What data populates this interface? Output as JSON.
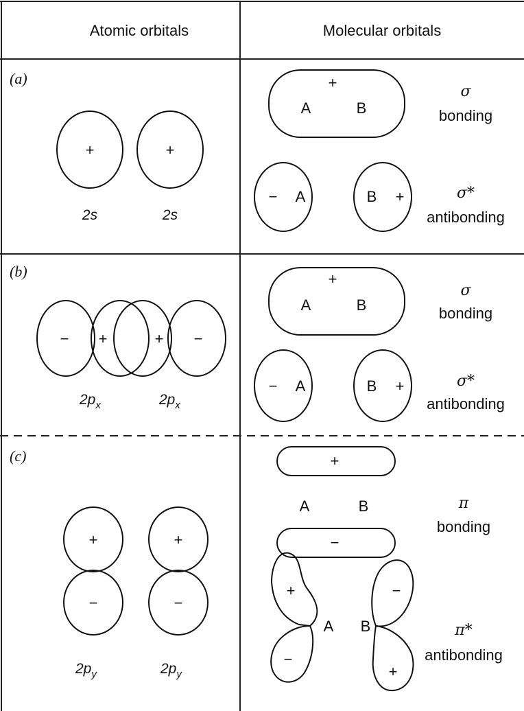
{
  "headers": {
    "atomic": "Atomic orbitals",
    "molecular": "Molecular orbitals"
  },
  "rows": {
    "a": {
      "label": "(a)",
      "atomic": {
        "left_sign": "+",
        "right_sign": "+",
        "left_label": "2s",
        "right_label": "2s"
      },
      "bonding": {
        "sign": "+",
        "nucleus_a": "A",
        "nucleus_b": "B",
        "symbol": "σ",
        "type": "bonding"
      },
      "antibonding": {
        "left_sign": "−",
        "right_sign": "+",
        "nucleus_a": "A",
        "nucleus_b": "B",
        "symbol": "σ*",
        "type": "antibonding"
      }
    },
    "b": {
      "label": "(b)",
      "atomic": {
        "outer_left_sign": "−",
        "inner_left_sign": "+",
        "inner_right_sign": "+",
        "outer_right_sign": "−",
        "left_label": "2p",
        "left_sub": "x",
        "right_label": "2p",
        "right_sub": "x"
      },
      "bonding": {
        "sign": "+",
        "nucleus_a": "A",
        "nucleus_b": "B",
        "symbol": "σ",
        "type": "bonding"
      },
      "antibonding": {
        "left_sign": "−",
        "right_sign": "+",
        "nucleus_a": "A",
        "nucleus_b": "B",
        "symbol": "σ*",
        "type": "antibonding"
      }
    },
    "c": {
      "label": "(c)",
      "atomic": {
        "upper_sign": "+",
        "lower_sign": "−",
        "left_label": "2p",
        "left_sub": "y",
        "right_label": "2p",
        "right_sub": "y"
      },
      "bonding": {
        "upper_sign": "+",
        "lower_sign": "−",
        "nucleus_a": "A",
        "nucleus_b": "B",
        "symbol": "π",
        "type": "bonding"
      },
      "antibonding": {
        "left_upper_sign": "+",
        "left_lower_sign": "−",
        "right_upper_sign": "−",
        "right_lower_sign": "+",
        "nucleus_a": "A",
        "nucleus_b": "B",
        "symbol": "π*",
        "type": "antibonding"
      }
    }
  }
}
